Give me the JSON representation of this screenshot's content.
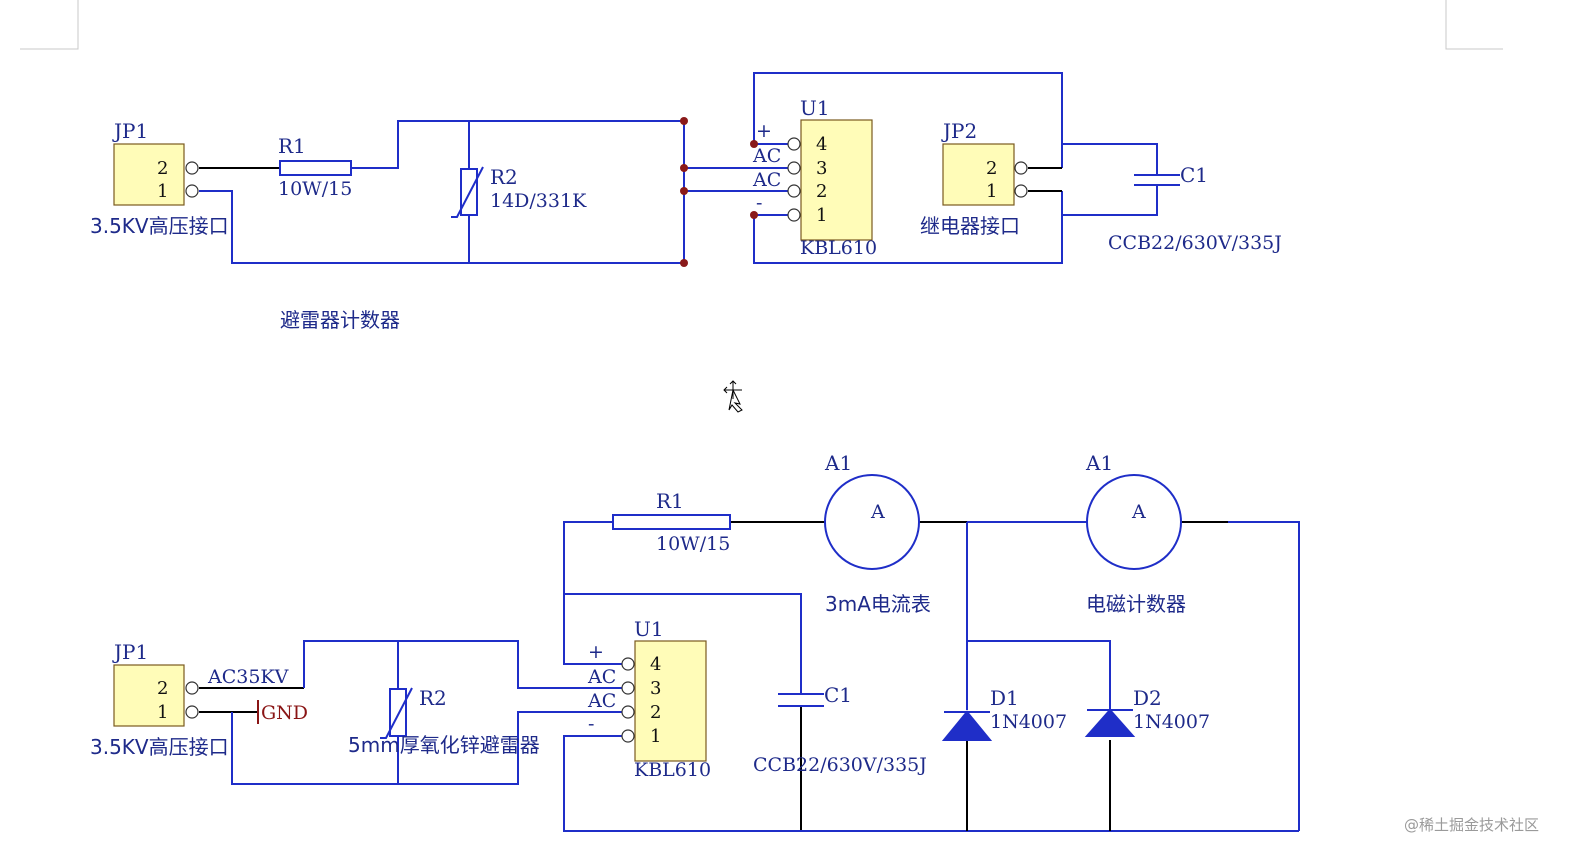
{
  "top": {
    "jp1": {
      "ref": "JP1",
      "pin2": "2",
      "pin1": "1",
      "caption": "3.5KV高压接口"
    },
    "r1": {
      "ref": "R1",
      "value": "10W/15"
    },
    "r2": {
      "ref": "R2",
      "value": "14D/331K"
    },
    "u1": {
      "ref": "U1",
      "p4": "4",
      "p3": "3",
      "p2": "2",
      "p1": "1",
      "part": "KBL610",
      "plus": "+",
      "ac1": "AC",
      "ac2": "AC",
      "minus": "-"
    },
    "jp2": {
      "ref": "JP2",
      "pin2": "2",
      "pin1": "1",
      "caption": "继电器接口"
    },
    "c1": {
      "ref": "C1",
      "value": "CCB22/630V/335J"
    },
    "section_title": "避雷器计数器"
  },
  "bottom": {
    "jp1": {
      "ref": "JP1",
      "pin2": "2",
      "pin1": "1",
      "caption": "3.5KV高压接口",
      "net_ac": "AC35KV",
      "net_gnd": "GND"
    },
    "r2": {
      "ref": "R2",
      "caption": "5mm厚氧化锌避雷器"
    },
    "r1": {
      "ref": "R1",
      "value": "10W/15"
    },
    "u1": {
      "ref": "U1",
      "p4": "4",
      "p3": "3",
      "p2": "2",
      "p1": "1",
      "part": "KBL610",
      "plus": "+",
      "ac1": "AC",
      "ac2": "AC",
      "minus": "-"
    },
    "c1": {
      "ref": "C1",
      "value": "CCB22/630V/335J"
    },
    "a1": {
      "ref": "A1",
      "symbol": "A",
      "caption": "3mA电流表"
    },
    "a2": {
      "ref": "A1",
      "symbol": "A",
      "caption": "电磁计数器"
    },
    "d1": {
      "ref": "D1",
      "value": "1N4007"
    },
    "d2": {
      "ref": "D2",
      "value": "1N4007"
    }
  },
  "watermark": "@稀土掘金技术社区",
  "cursor_icon": "move-cursor-icon",
  "colors": {
    "wire": "#1f2ec8",
    "component_fill": "#fffcb8",
    "junction": "#8a1a1a",
    "text": "#1e2a8a"
  }
}
